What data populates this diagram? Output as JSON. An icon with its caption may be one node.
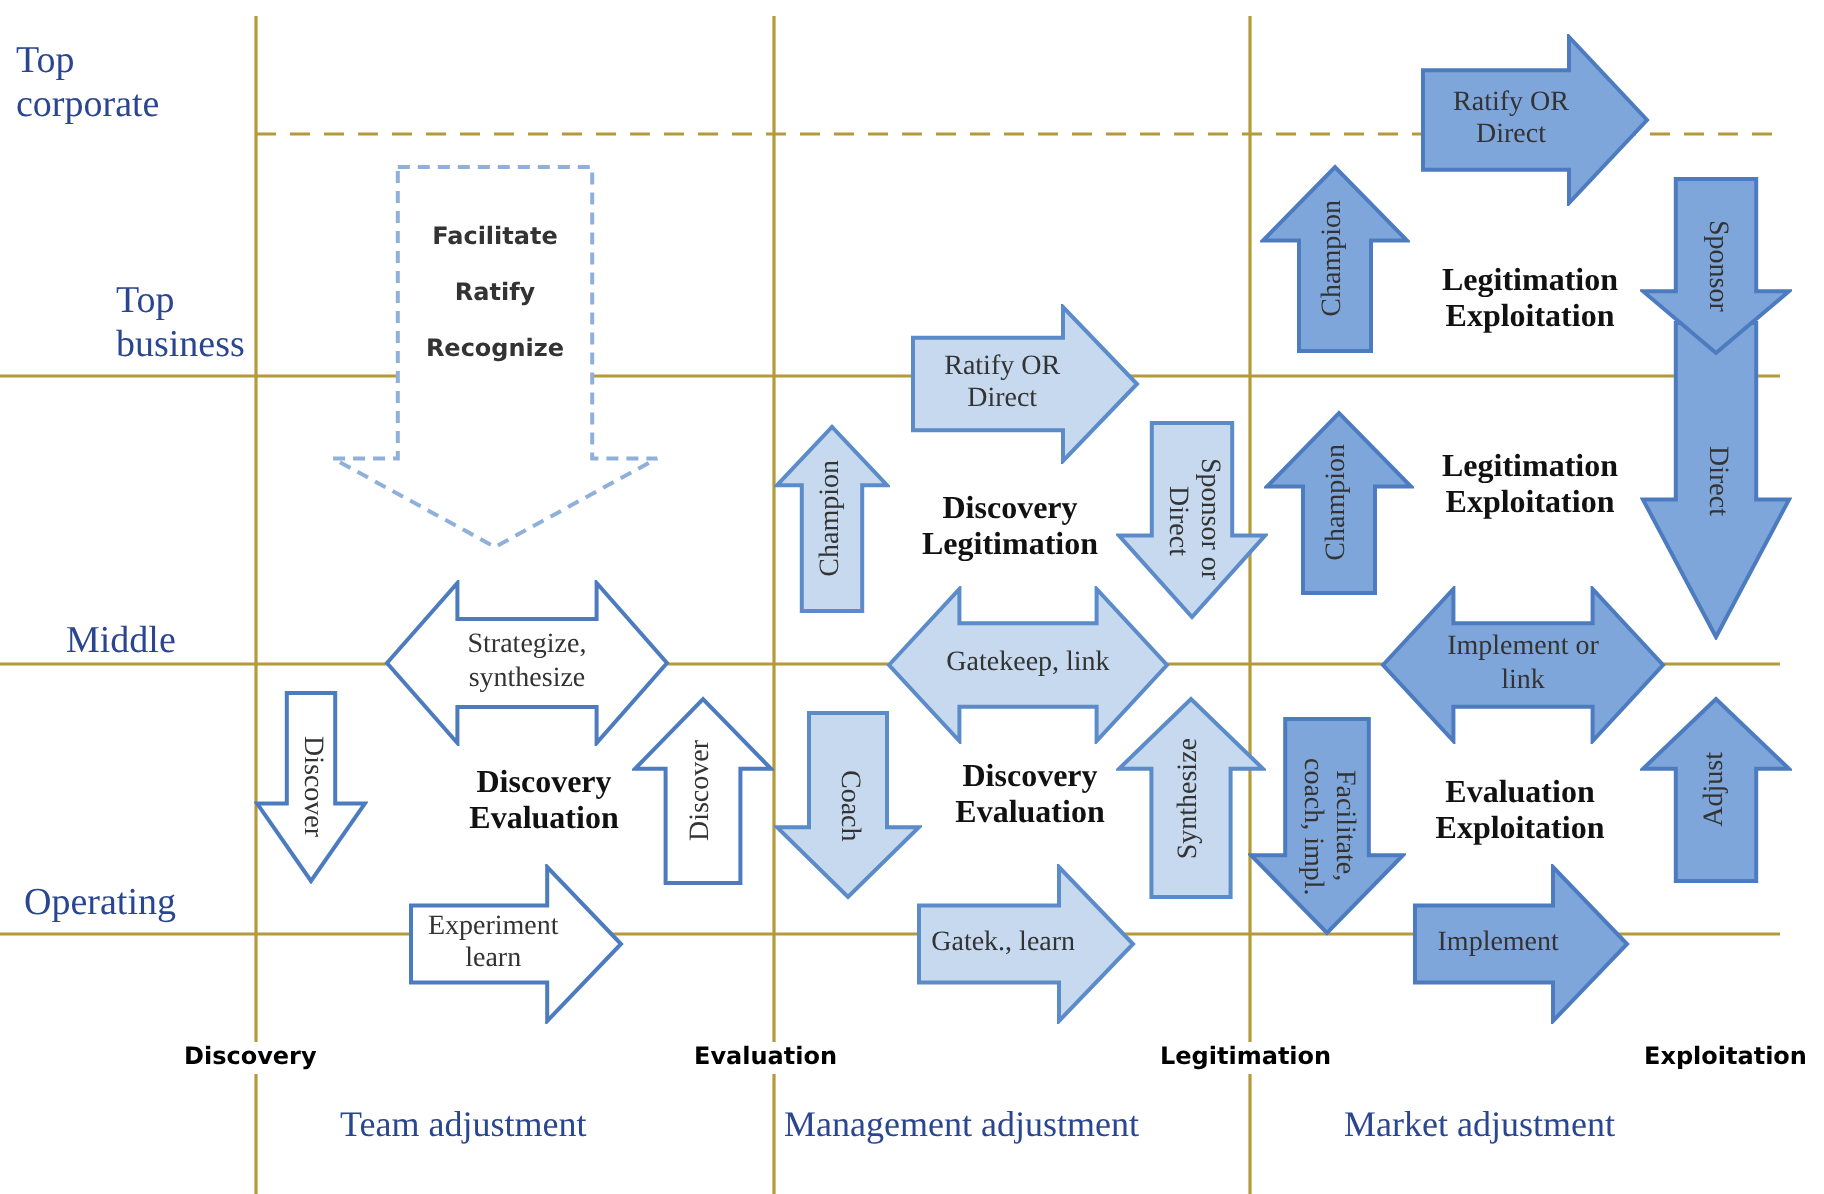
{
  "diagram": {
    "nodes": [
      {
        "text": [
          "Ratify OR Direct"
        ]
      },
      {
        "text": [
          "Sponsor"
        ]
      },
      {
        "text": [
          "Direct"
        ]
      },
      {
        "text": [
          "Facilitate",
          "Ratify",
          "Recognize"
        ]
      },
      {
        "text": [
          "Champion"
        ]
      },
      {
        "text": [
          "Ratify OR Direct"
        ]
      },
      {
        "text": [
          "Champion"
        ]
      },
      {
        "text": [
          "Sponsor or Direct"
        ]
      },
      {
        "text": [
          "Champion"
        ]
      },
      {
        "text": [
          "Strategize, synthesize"
        ]
      },
      {
        "text": [
          "Gatekeep, link"
        ]
      },
      {
        "text": [
          "Implement or link"
        ]
      },
      {
        "text": [
          "Discover"
        ]
      },
      {
        "text": [
          "Discover"
        ]
      },
      {
        "text": [
          "Coach"
        ]
      },
      {
        "text": [
          "Synthesize"
        ]
      },
      {
        "text": [
          "Facilitate, coach, impl."
        ]
      },
      {
        "text": [
          "Adjust"
        ]
      },
      {
        "text": [
          "Experiment learn"
        ]
      },
      {
        "text": [
          "Gatek., learn"
        ]
      },
      {
        "text": [
          "Implement"
        ]
      }
    ],
    "labels": [
      "Top corporate",
      "Top business",
      "Legitimation Exploitation",
      "Legitimation Exploitation",
      "Discovery Legitimation",
      "Middle",
      "Discovery Evaluation",
      "Discovery Evaluation",
      "Evaluation Exploitation",
      "Operating",
      "Discovery",
      "Evaluation",
      "Legitimation",
      "Exploitation",
      "Team adjustment",
      "Management adjustment",
      "Market adjustment"
    ]
  }
}
